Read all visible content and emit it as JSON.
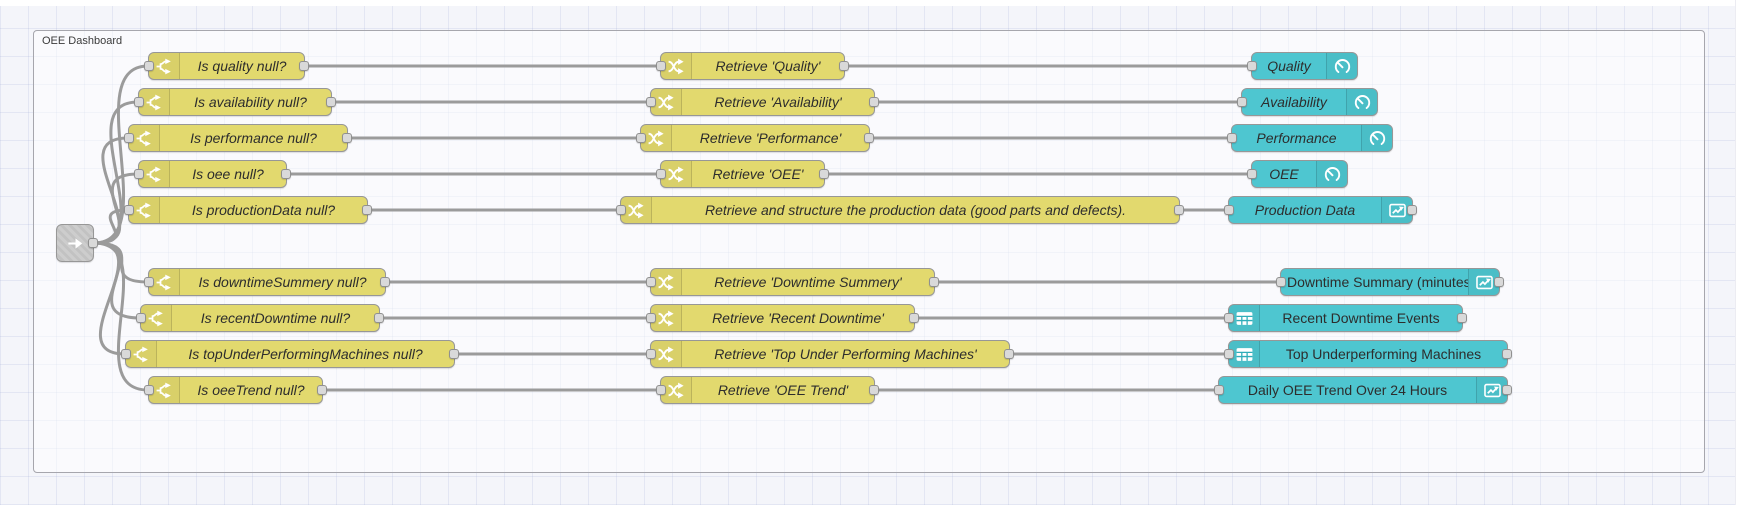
{
  "group": {
    "label": "OEE Dashboard"
  },
  "palette": {
    "switch_node_color": "#e2d96e",
    "dashboard_node_color": "#4ec6d0",
    "wire_color": "#9b9b9b",
    "port_color": "#d9d9d9",
    "group_border_color": "#a6a6ad"
  },
  "icons": {
    "link_in": "link-in-arrow",
    "switch": "fork-branch-arrows",
    "change": "shuffle-crossing-arrows",
    "gauge": "gauge-dial",
    "chart": "line-chart-trend-up",
    "table": "table-grid"
  },
  "switches": [
    {
      "label": "Is quality null?"
    },
    {
      "label": "Is availability null?"
    },
    {
      "label": "Is performance null?"
    },
    {
      "label": "Is oee null?"
    },
    {
      "label": "Is productionData null?"
    },
    {
      "label": "Is downtimeSummery null?"
    },
    {
      "label": "Is recentDowntime null?"
    },
    {
      "label": "Is topUnderPerformingMachines null?"
    },
    {
      "label": "Is oeeTrend null?"
    }
  ],
  "changes": [
    {
      "label": "Retrieve 'Quality'"
    },
    {
      "label": "Retrieve 'Availability'"
    },
    {
      "label": "Retrieve 'Performance'"
    },
    {
      "label": "Retrieve 'OEE'"
    },
    {
      "label": "Retrieve and structure the production data (good parts and defects)."
    },
    {
      "label": "Retrieve 'Downtime Summery'"
    },
    {
      "label": "Retrieve 'Recent Downtime'"
    },
    {
      "label": "Retrieve 'Top Under Performing Machines'"
    },
    {
      "label": "Retrieve 'OEE Trend'"
    }
  ],
  "ui_nodes": [
    {
      "label": "Quality",
      "icon": "gauge-dial"
    },
    {
      "label": "Availability",
      "icon": "gauge-dial"
    },
    {
      "label": "Performance",
      "icon": "gauge-dial"
    },
    {
      "label": "OEE",
      "icon": "gauge-dial"
    },
    {
      "label": "Production Data",
      "icon": "line-chart-trend-up"
    },
    {
      "label": "Downtime Summary (minutes)",
      "icon": "line-chart-trend-up"
    },
    {
      "label": "Recent Downtime Events",
      "icon": "table-grid"
    },
    {
      "label": "Top Underperforming Machines",
      "icon": "table-grid"
    },
    {
      "label": "Daily OEE Trend Over 24 Hours",
      "icon": "line-chart-trend-up"
    }
  ]
}
